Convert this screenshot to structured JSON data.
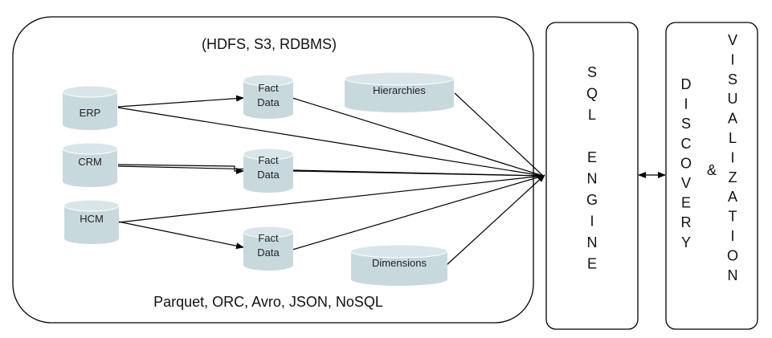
{
  "lake": {
    "top_label": "(HDFS, S3, RDBMS)",
    "bottom_label": "Parquet, ORC, Avro, JSON, NoSQL"
  },
  "sources": [
    {
      "id": "erp",
      "label": "ERP"
    },
    {
      "id": "crm",
      "label": "CRM"
    },
    {
      "id": "hcm",
      "label": "HCM"
    }
  ],
  "facts": [
    {
      "id": "fact1",
      "line1": "Fact",
      "line2": "Data"
    },
    {
      "id": "fact2",
      "line1": "Fact",
      "line2": "Data"
    },
    {
      "id": "fact3",
      "line1": "Fact",
      "line2": "Data"
    }
  ],
  "hierarchies": {
    "label": "Hierarchies"
  },
  "dimensions": {
    "label": "Dimensions"
  },
  "sql_engine": {
    "letters": [
      "S",
      "Q",
      "L",
      "",
      "E",
      "N",
      "G",
      "I",
      "N",
      "E"
    ]
  },
  "discovery": {
    "letters": [
      "D",
      "I",
      "S",
      "C",
      "O",
      "V",
      "E",
      "R",
      "Y"
    ]
  },
  "ampersand": {
    "label": "&"
  },
  "visualization": {
    "letters": [
      "V",
      "I",
      "S",
      "U",
      "A",
      "L",
      "I",
      "Z",
      "A",
      "T",
      "I",
      "O",
      "N"
    ]
  }
}
